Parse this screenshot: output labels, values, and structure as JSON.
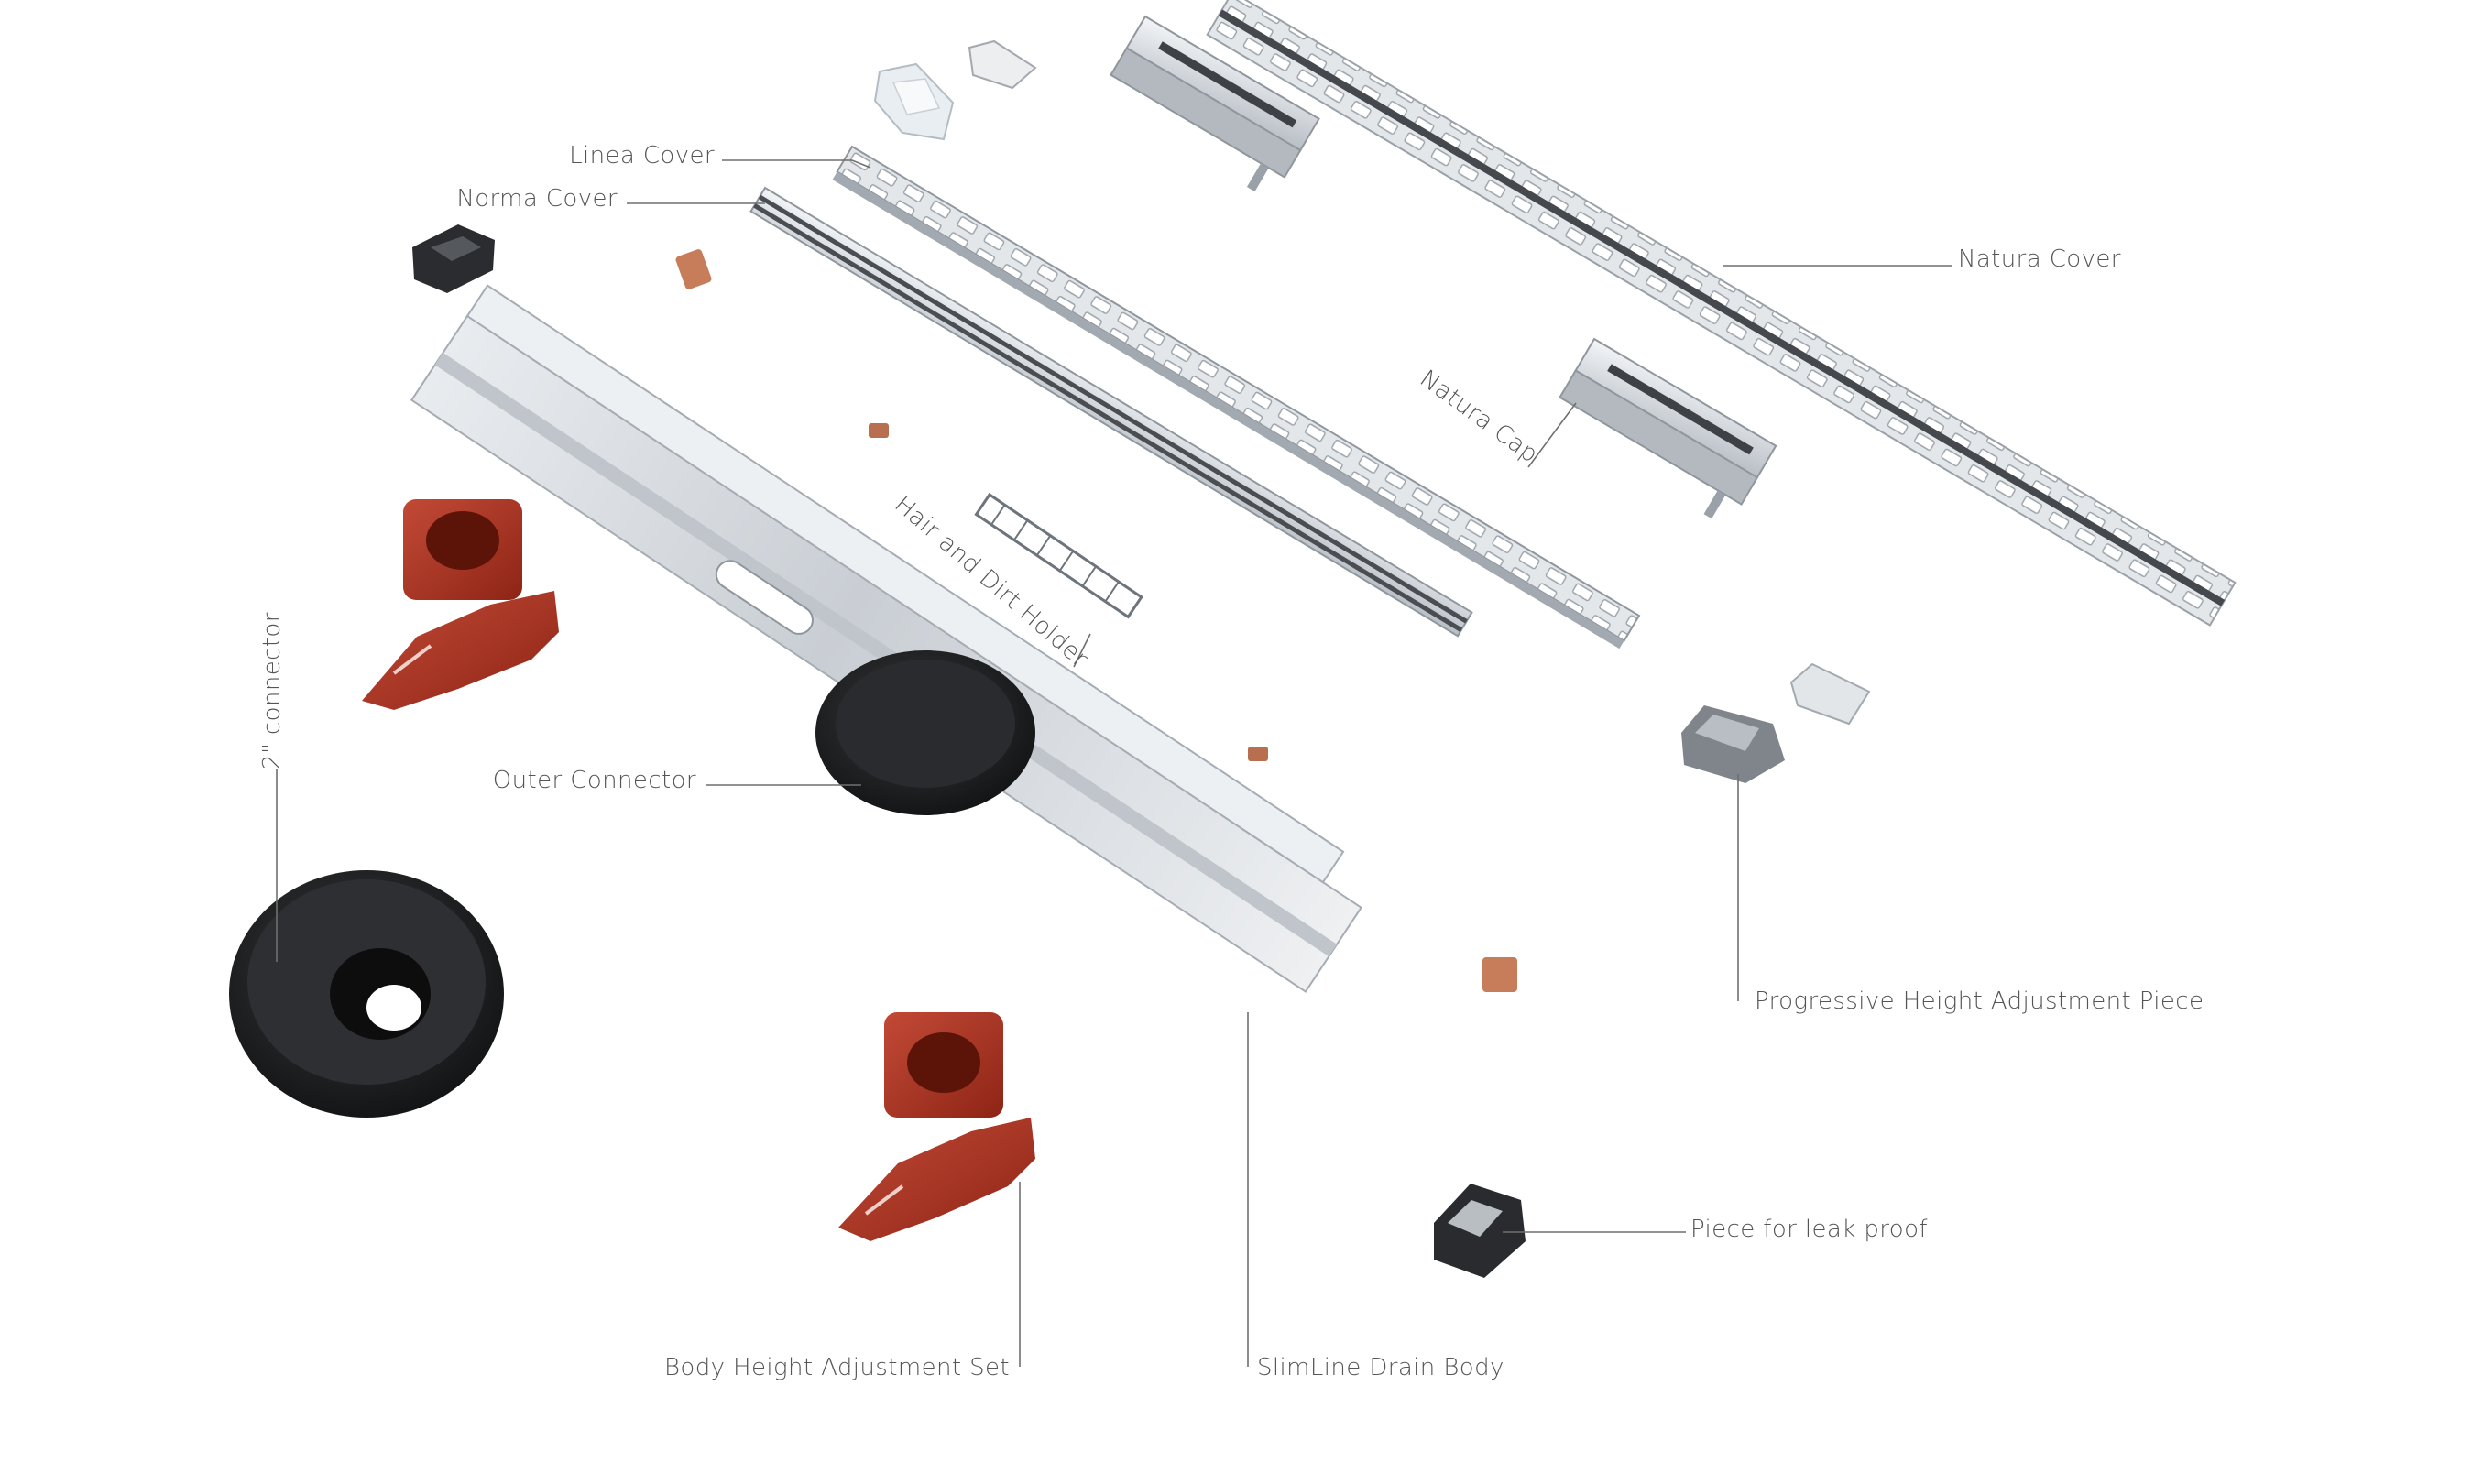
{
  "diagram": {
    "labels": {
      "linea_cover": "Linea Cover",
      "norma_cover": "Norma Cover",
      "natura_cover": "Natura Cover",
      "natura_cap": "Natura Cap",
      "hair_dirt_holder": "Hair and Dirt Holder",
      "two_inch_connector": "2\" connector",
      "outer_connector": "Outer Connector",
      "progressive_height": "Progressive Height Adjustment Piece",
      "leak_proof": "Piece for leak proof",
      "body_height_set": "Body Height Adjustment Set",
      "drain_body": "SlimLine Drain Body"
    },
    "colors": {
      "steel": "#d9dde2",
      "steel_dark": "#9aa1a8",
      "red": "#a8301f",
      "black": "#1f2022",
      "copper": "#c77c5a",
      "label": "#555555"
    }
  }
}
